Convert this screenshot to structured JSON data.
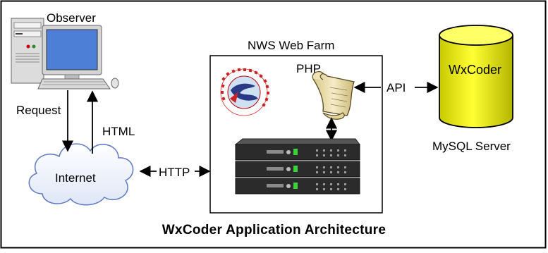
{
  "observer": {
    "label": "Observer"
  },
  "request": {
    "label": "Request"
  },
  "html": {
    "label": "HTML"
  },
  "internet": {
    "label": "Internet"
  },
  "http": {
    "label": "HTTP"
  },
  "web_farm": {
    "label": "NWS Web Farm"
  },
  "php": {
    "label": "PHP"
  },
  "api": {
    "label": "API"
  },
  "database": {
    "label": "WxCoder",
    "caption": "MySQL Server"
  },
  "caption": "WxCoder Application Architecture",
  "colors": {
    "db_fill": "#e6e600",
    "monitor_screen": "#4d7fd6",
    "cloud_stroke": "#5d78c4",
    "scroll": "#e9dcae",
    "server": "#2b2b2b"
  }
}
